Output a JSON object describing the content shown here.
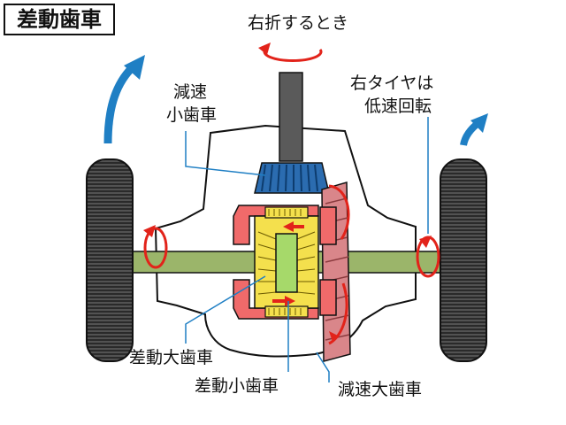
{
  "title": "差動歯車",
  "labels": {
    "turn_right": "右折するとき",
    "reduction_pinion_line1": "減速",
    "reduction_pinion_line2": "小歯車",
    "right_tire_line1": "右タイヤは",
    "right_tire_line2": "低速回転",
    "diff_side_gear": "差動大歯車",
    "diff_pinion_gear": "差動小歯車",
    "reduction_ring_gear": "減速大歯車"
  },
  "colors": {
    "rotation_arrow": "#e2231a",
    "direction_arrow": "#1f7fc4",
    "connector_line": "#1f7fc4",
    "axle": "#9bb56a",
    "shaft": "#5a5a5a",
    "tire": "#2a2a2a",
    "pinion_gear": "#2b6cb0",
    "ring_gear": "#d9868a",
    "differential_case": "#f06a6a",
    "diff_gear": "#f4e04d",
    "diff_core": "#a6d96a"
  },
  "icons": {
    "direction": "curved-arrow-icon",
    "rotation": "circular-arrow-icon"
  }
}
